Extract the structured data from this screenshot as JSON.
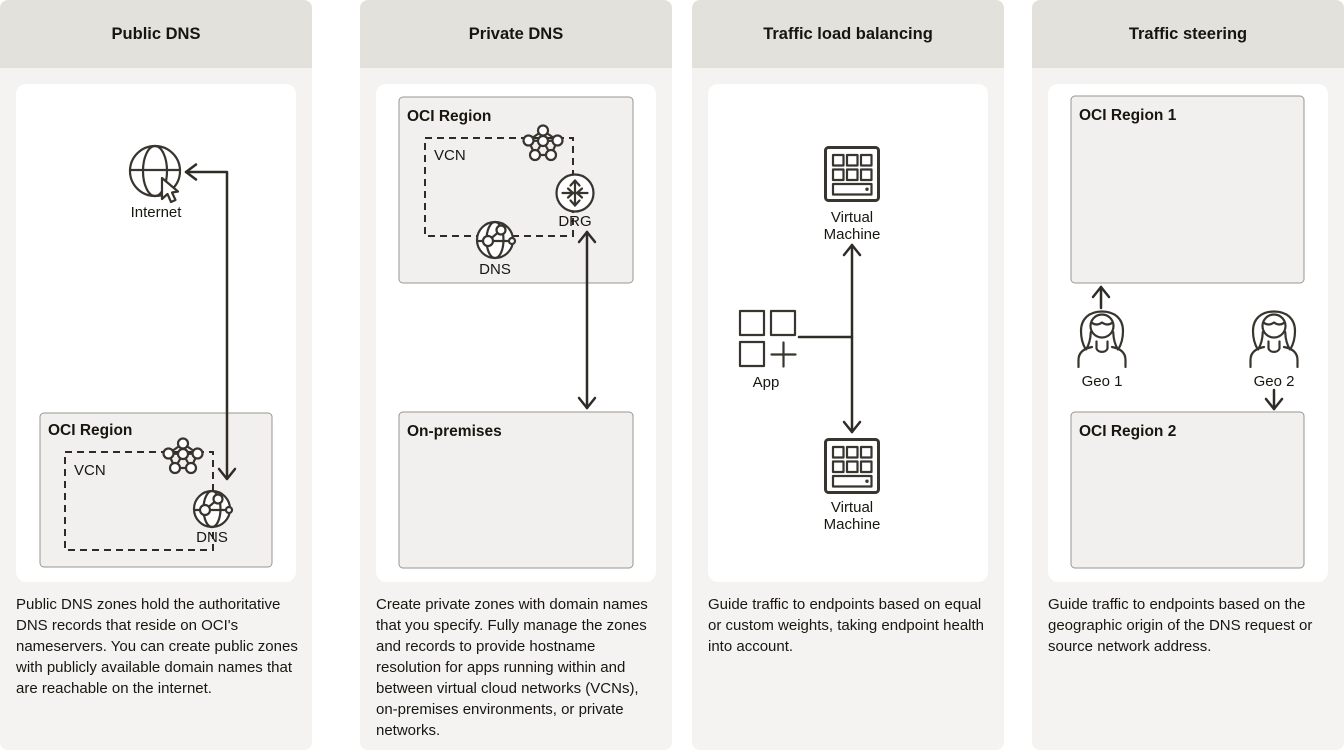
{
  "colors": {
    "page_bg": "#ffffff",
    "header_bg": "#e3e1dc",
    "panel_bg": "#f4f3f1",
    "card_bg": "#ffffff",
    "box_bg": "#f1f0ee",
    "box_border": "#9a968e",
    "line_ink": "#2f2c27",
    "text": "#18160f"
  },
  "panels": [
    {
      "title": "Public DNS",
      "description": "Public DNS zones hold the authoritative DNS records that reside on OCI's nameservers. You can create public zones with publicly available domain names that are reachable on the internet.",
      "labels": {
        "internet": "Internet",
        "region": "OCI Region",
        "vcn": "VCN",
        "dns": "DNS"
      },
      "icons": [
        "internet-globe-cursor-icon",
        "vcn-network-icon",
        "dns-globe-icon"
      ]
    },
    {
      "title": "Private DNS",
      "description": "Create private zones with domain names that you specify. Fully manage the zones and records to provide hostname resolution for apps running within and between virtual cloud networks (VCNs), on-premises environments, or private networks.",
      "labels": {
        "region": "OCI Region",
        "vcn": "VCN",
        "drg": "DRG",
        "dns": "DNS",
        "onprem": "On-premises"
      },
      "icons": [
        "vcn-network-icon",
        "drg-router-icon",
        "dns-globe-icon"
      ]
    },
    {
      "title": "Traffic load balancing",
      "description": "Guide traffic to endpoints based on equal or custom weights, taking endpoint health into account.",
      "labels": {
        "vm_top_line1": "Virtual",
        "vm_top_line2": "Machine",
        "app": "App",
        "vm_bottom_line1": "Virtual",
        "vm_bottom_line2": "Machine"
      },
      "icons": [
        "virtual-machine-icon",
        "app-icon",
        "virtual-machine-icon"
      ]
    },
    {
      "title": "Traffic steering",
      "description": "Guide traffic to endpoints based on the geographic origin of the DNS request or source network address.",
      "labels": {
        "region1": "OCI Region 1",
        "geo1": "Geo 1",
        "geo2": "Geo 2",
        "region2": "OCI Region 2"
      },
      "icons": [
        "user-geo-icon",
        "user-geo-icon"
      ]
    }
  ]
}
